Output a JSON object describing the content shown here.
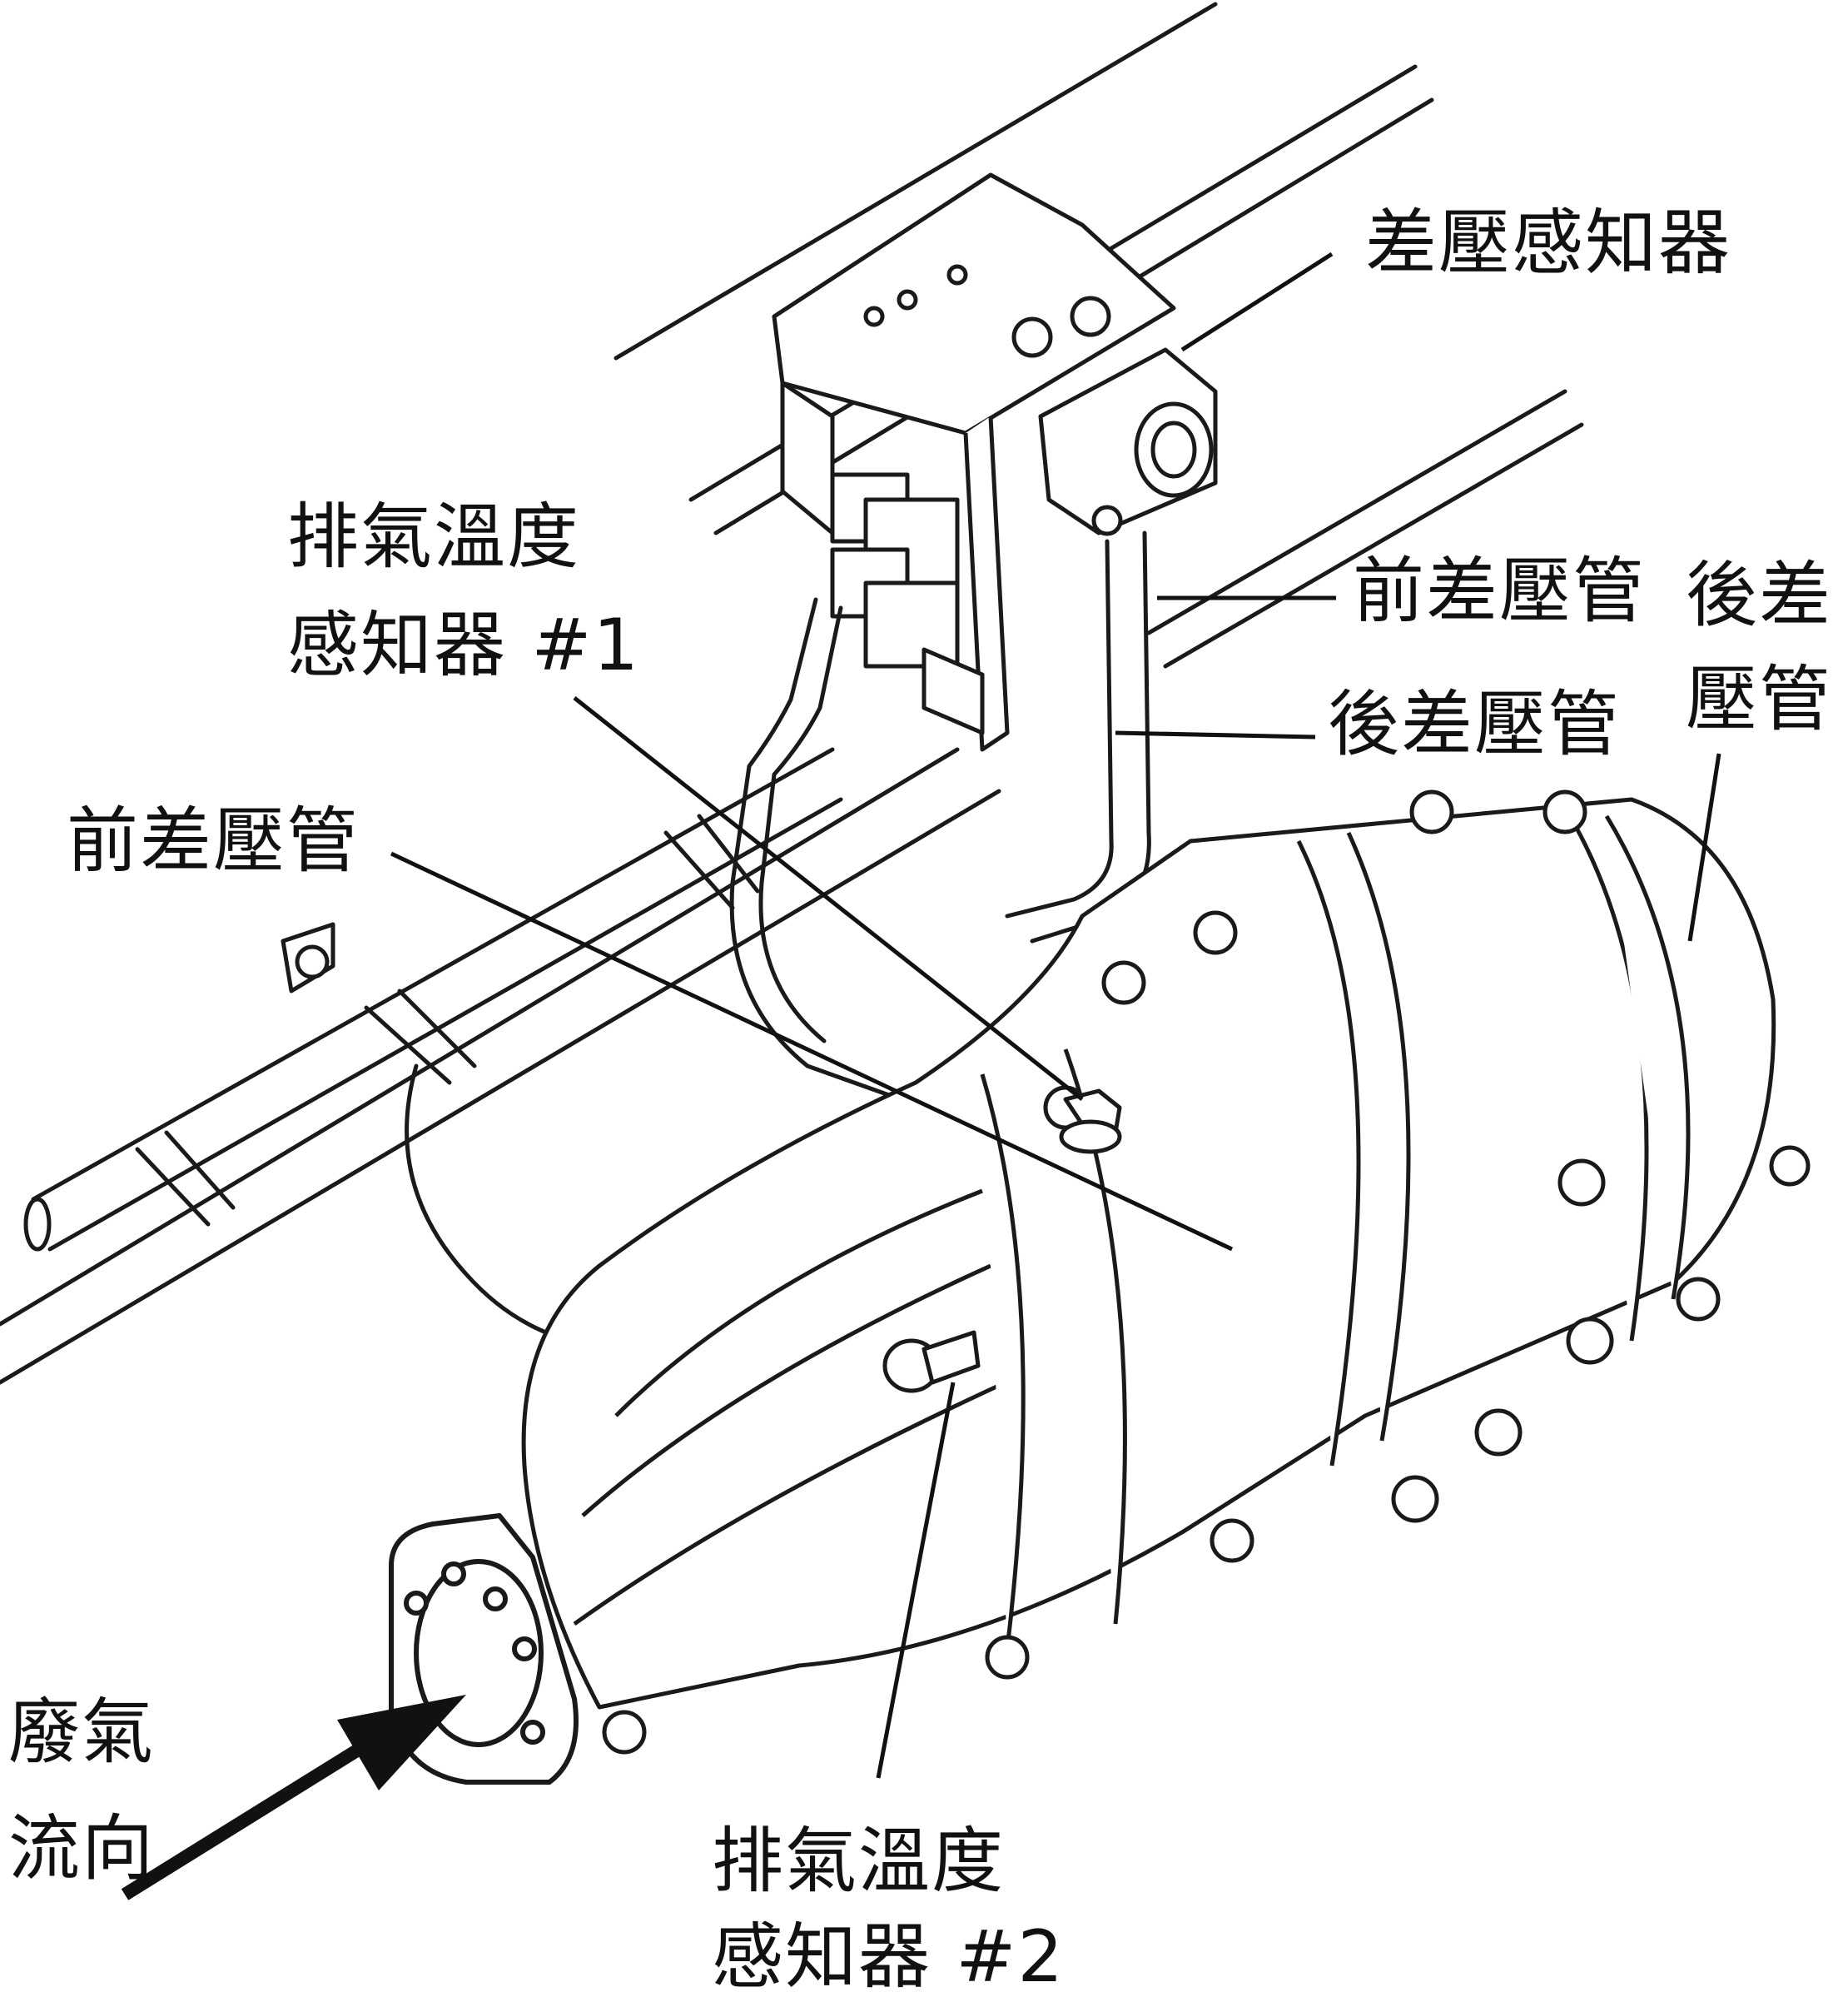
{
  "labels": {
    "dp_sensor": "差壓感知器",
    "egt1_line1": "排氣溫度",
    "egt1_line2": "感知器 #1",
    "front_pipe_right": "前差壓管",
    "rear_pipe_right": "後差壓管",
    "rear_pipe_far_line1": "後差",
    "rear_pipe_far_line2": "壓管",
    "front_pipe_left": "前差壓管",
    "exhaust_flow_line1": "廢氣",
    "exhaust_flow_line2": "流向",
    "egt2_line1": "排氣溫度",
    "egt2_line2": "感知器 #2"
  },
  "colors": {
    "ink": "#1a1a1a",
    "paper": "#ffffff"
  }
}
